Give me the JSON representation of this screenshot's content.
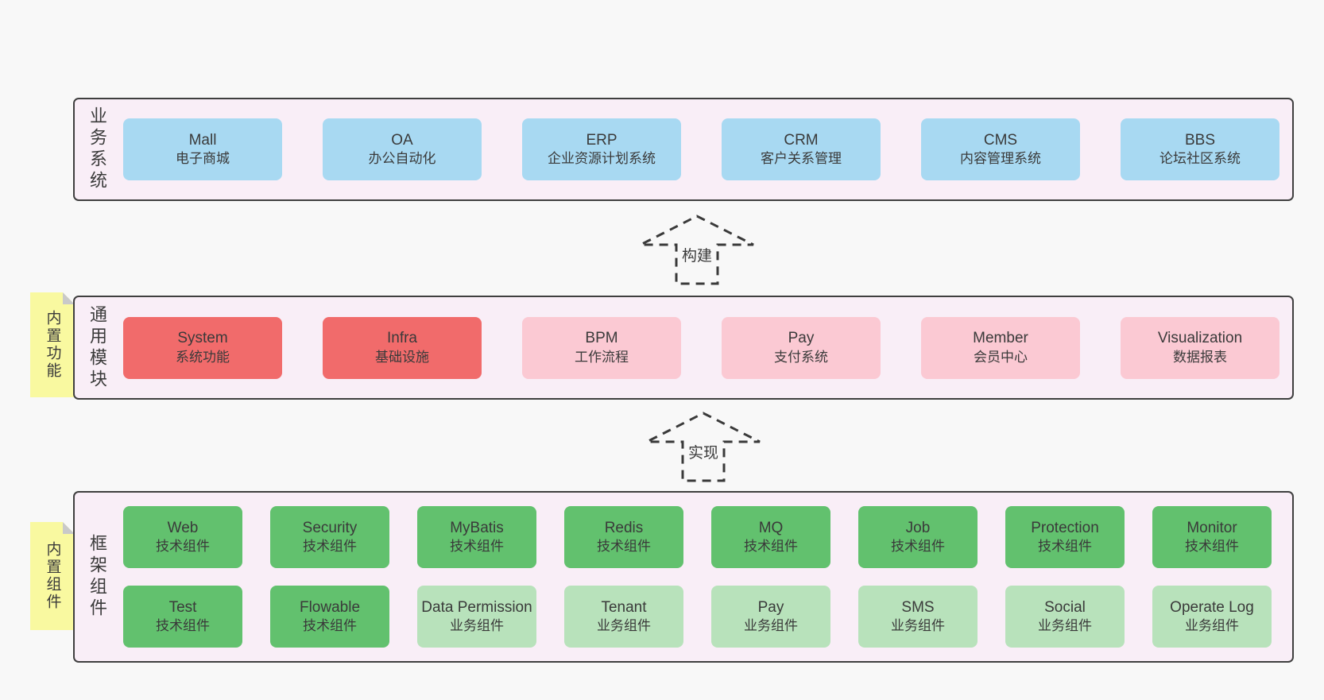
{
  "colors": {
    "page-bg": "#f8f8f8",
    "layer-bg": "#f9eef7",
    "layer-border": "#3f3f3f",
    "blue": "#a8d9f2",
    "red": "#f16b6b",
    "pink": "#fbc9d3",
    "green-dark": "#62c16e",
    "green-light": "#b8e2bb",
    "note-yellow": "#f9f9a0",
    "text": "#3a3a3a"
  },
  "arrows": [
    {
      "label": "构建"
    },
    {
      "label": "实现"
    }
  ],
  "layers": [
    {
      "side_label": "业务系统",
      "rows": [
        [
          {
            "name": "Mall",
            "subtitle": "电子商城"
          },
          {
            "name": "OA",
            "subtitle": "办公自动化"
          },
          {
            "name": "ERP",
            "subtitle": "企业资源计划系统"
          },
          {
            "name": "CRM",
            "subtitle": "客户关系管理"
          },
          {
            "name": "CMS",
            "subtitle": "内容管理系统"
          },
          {
            "name": "BBS",
            "subtitle": "论坛社区系统"
          }
        ]
      ]
    },
    {
      "side_label": "通用模块",
      "sticky_note": "内置功能",
      "rows": [
        [
          {
            "name": "System",
            "subtitle": "系统功能"
          },
          {
            "name": "Infra",
            "subtitle": "基础设施"
          },
          {
            "name": "BPM",
            "subtitle": "工作流程"
          },
          {
            "name": "Pay",
            "subtitle": "支付系统"
          },
          {
            "name": "Member",
            "subtitle": "会员中心"
          },
          {
            "name": "Visualization",
            "subtitle": "数据报表"
          }
        ]
      ]
    },
    {
      "side_label": "框架组件",
      "sticky_note": "内置组件",
      "rows": [
        [
          {
            "name": "Web",
            "subtitle": "技术组件"
          },
          {
            "name": "Security",
            "subtitle": "技术组件"
          },
          {
            "name": "MyBatis",
            "subtitle": "技术组件"
          },
          {
            "name": "Redis",
            "subtitle": "技术组件"
          },
          {
            "name": "MQ",
            "subtitle": "技术组件"
          },
          {
            "name": "Job",
            "subtitle": "技术组件"
          },
          {
            "name": "Protection",
            "subtitle": "技术组件"
          },
          {
            "name": "Monitor",
            "subtitle": "技术组件"
          }
        ],
        [
          {
            "name": "Test",
            "subtitle": "技术组件"
          },
          {
            "name": "Flowable",
            "subtitle": "技术组件"
          },
          {
            "name": "Data Permission",
            "subtitle": "业务组件"
          },
          {
            "name": "Tenant",
            "subtitle": "业务组件"
          },
          {
            "name": "Pay",
            "subtitle": "业务组件"
          },
          {
            "name": "SMS",
            "subtitle": "业务组件"
          },
          {
            "name": "Social",
            "subtitle": "业务组件"
          },
          {
            "name": "Operate Log",
            "subtitle": "业务组件"
          }
        ]
      ]
    }
  ]
}
